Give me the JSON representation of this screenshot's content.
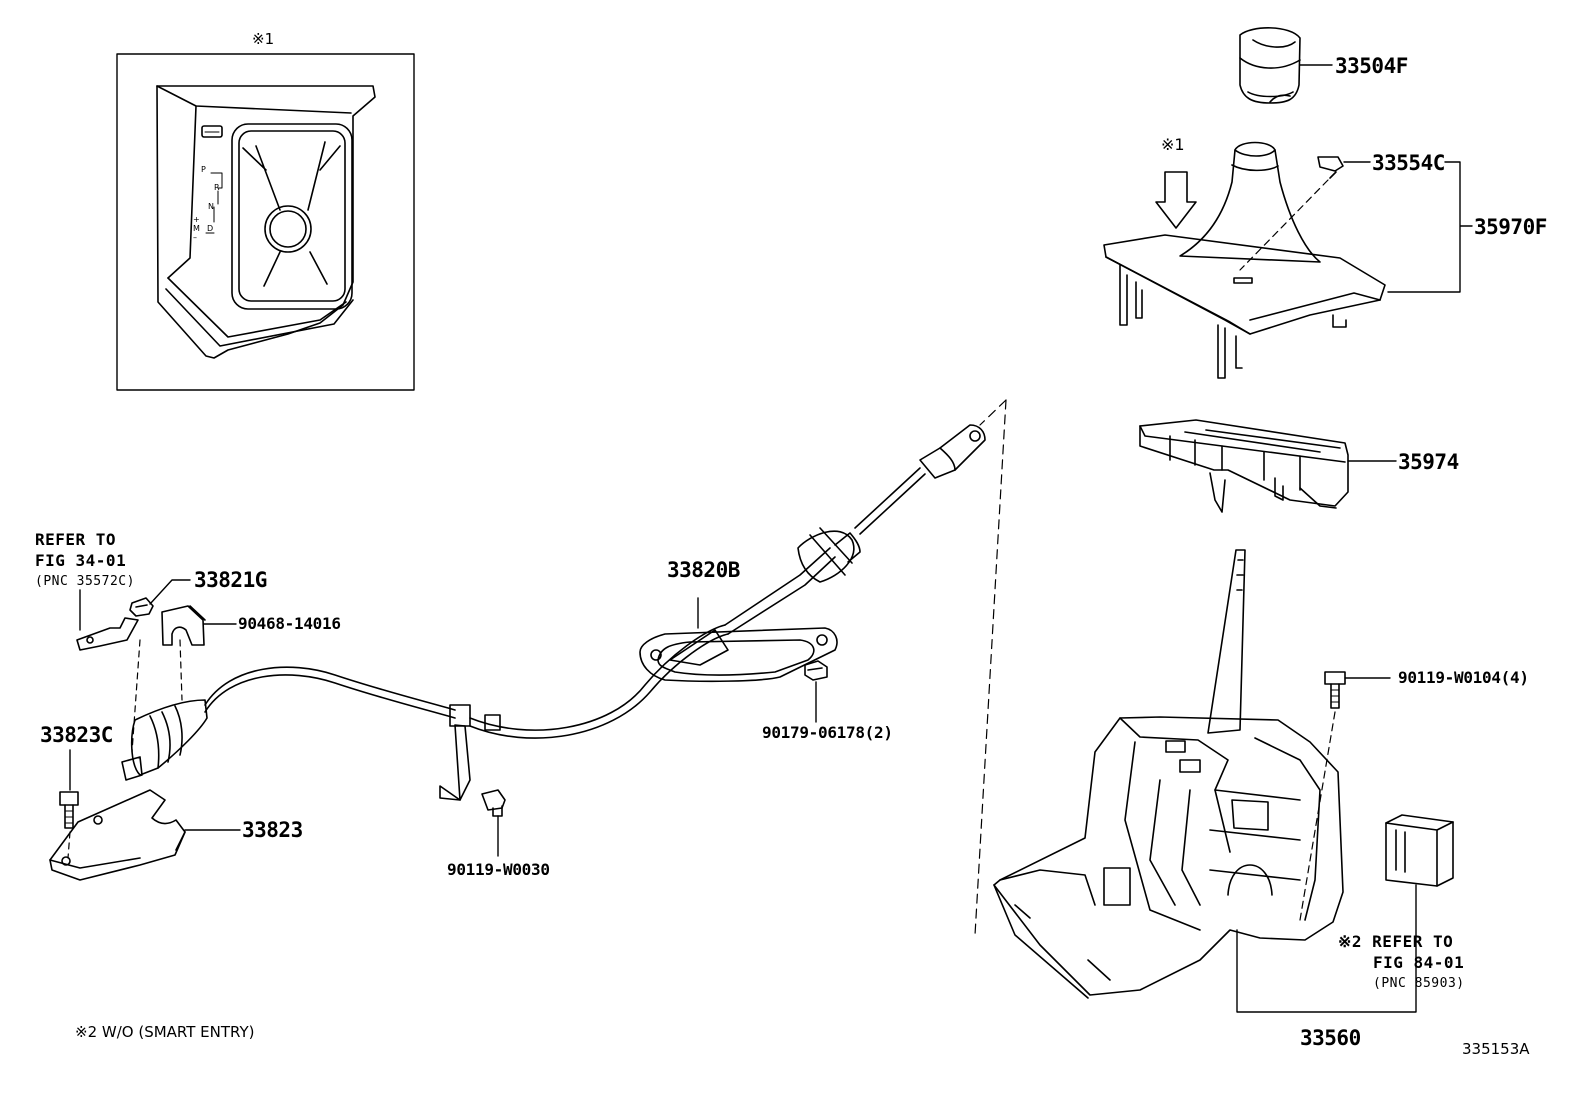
{
  "inset": {
    "marker": "※1",
    "gear_letters": {
      "p": "P",
      "r": "R",
      "n": "N",
      "d": "D",
      "plus": "+",
      "m": "M",
      "minus": "–"
    }
  },
  "parts": {
    "p33504F": "33504F",
    "p33554C": "33554C",
    "p35970F": "35970F",
    "p35974": "35974",
    "p33821G": "33821G",
    "p90468": "90468-14016",
    "p33820B": "33820B",
    "p33823C": "33823C",
    "p33823": "33823",
    "p90179": "90179-06178(2)",
    "p90119_W0030": "90119-W0030",
    "p90119_W0104": "90119-W0104(4)",
    "p33560": "33560"
  },
  "notes": {
    "console_marker": "※1",
    "refer_left": {
      "line1": "REFER TO",
      "line2": "FIG 34-01",
      "line3": "(PNC 35572C)"
    },
    "refer_right": {
      "line1": "※2 REFER TO",
      "line2": "FIG 84-01",
      "line3": "(PNC 85903)"
    },
    "footnote": "※2 W/O (SMART ENTRY)",
    "figure_code": "335153A"
  }
}
